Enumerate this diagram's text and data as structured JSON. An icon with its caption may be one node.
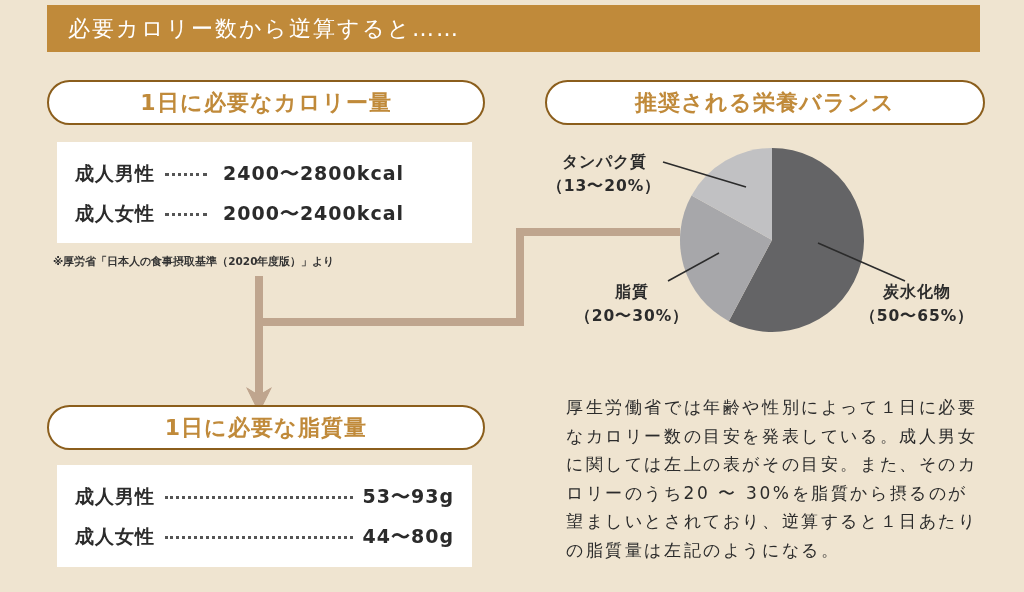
{
  "diagram": {
    "title": "必要カロリー数から逆算すると……",
    "nodes": [
      {
        "text": [
          "1日に必要なカロリー量"
        ]
      },
      {
        "text": [
          "成人男性",
          "2400〜2800kcal",
          "成人女性",
          "2000〜2400kcal"
        ],
        "beside": [
          "※厚労省「日本人の食事摂取基準（2020年度版）」より"
        ]
      },
      {
        "text": [
          "推奨される栄養バランス"
        ]
      },
      {
        "text": [],
        "shape": "picture"
      },
      {
        "text": [],
        "shape": "sector",
        "in": 3
      },
      {
        "text": [],
        "shape": "sector",
        "in": 3
      },
      {
        "text": [],
        "shape": "sector",
        "in": 3
      },
      {
        "text": [
          "タンパク質",
          "（13〜20%）"
        ]
      },
      {
        "text": [
          "脂質",
          "（20〜30%）"
        ]
      },
      {
        "text": [
          "炭水化物",
          "（50〜65%）"
        ]
      },
      {
        "text": [
          "1日に必要な脂質量"
        ]
      },
      {
        "text": [
          "成人男性",
          "53〜93g",
          "成人女性",
          "44〜80g"
        ]
      }
    ],
    "edges": [
      {
        "from": 1,
        "to": 10,
        "arrow": "to",
        "style": "thick",
        "color": "#bfa58e"
      },
      {
        "from": 3,
        "to": 10,
        "arrow": "to",
        "style": "thick",
        "color": "#bfa58e"
      },
      {
        "from": 7,
        "to": 6,
        "arrow": "none"
      },
      {
        "from": 8,
        "to": 5,
        "arrow": "none"
      },
      {
        "from": 9,
        "to": 4,
        "arrow": "none"
      }
    ],
    "labels": [
      "厚生労働省では年齢や性別によって１日に必要なカロリー数の目安を発表している。成人男女に関しては左上の表がその目安。また、そのカロリーのうち20 〜 30%を脂質から摂るのが望ましいとされており、逆算すると１日あたりの脂質量は左記のようになる。"
    ]
  }
}
